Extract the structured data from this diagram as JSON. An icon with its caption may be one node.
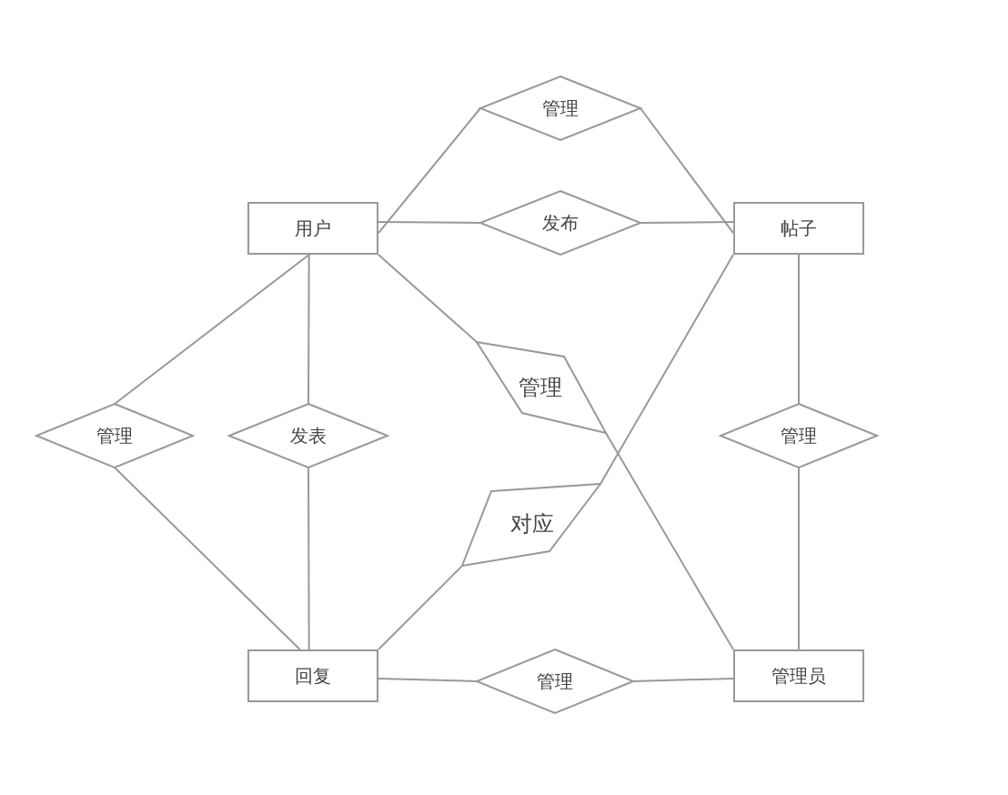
{
  "diagram": {
    "nodes": [
      {
        "text": [
          "用户"
        ]
      },
      {
        "text": [
          "帖子"
        ]
      },
      {
        "text": [
          "回复"
        ]
      },
      {
        "text": [
          "管理员"
        ]
      },
      {
        "text": [
          "管理"
        ]
      },
      {
        "text": [
          "发布"
        ]
      },
      {
        "text": [
          "管理"
        ]
      },
      {
        "text": [
          "发表"
        ]
      },
      {
        "text": [
          "管理"
        ]
      },
      {
        "text": [
          "对应"
        ]
      },
      {
        "text": [
          "管理"
        ]
      },
      {
        "text": [
          "管理"
        ]
      }
    ],
    "edges": [
      {
        "from": 0,
        "to": 4,
        "arrow": "none"
      },
      {
        "from": 4,
        "to": 1,
        "arrow": "none"
      },
      {
        "from": 0,
        "to": 5,
        "arrow": "none"
      },
      {
        "from": 5,
        "to": 1,
        "arrow": "none"
      },
      {
        "from": 0,
        "to": 6,
        "arrow": "none"
      },
      {
        "from": 6,
        "to": 2,
        "arrow": "none"
      },
      {
        "from": 0,
        "to": 7,
        "arrow": "none"
      },
      {
        "from": 7,
        "to": 2,
        "arrow": "none"
      },
      {
        "from": 0,
        "to": 8,
        "arrow": "none"
      },
      {
        "from": 8,
        "to": 3,
        "arrow": "none"
      },
      {
        "from": 2,
        "to": 9,
        "arrow": "none"
      },
      {
        "from": 9,
        "to": 1,
        "arrow": "none"
      },
      {
        "from": 1,
        "to": 10,
        "arrow": "none"
      },
      {
        "from": 10,
        "to": 3,
        "arrow": "none"
      },
      {
        "from": 2,
        "to": 11,
        "arrow": "none"
      },
      {
        "from": 11,
        "to": 3,
        "arrow": "none"
      }
    ]
  }
}
